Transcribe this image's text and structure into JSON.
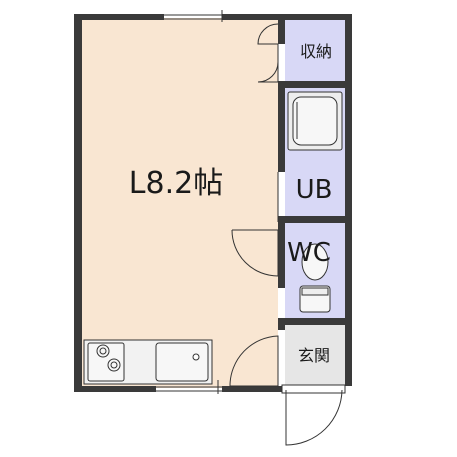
{
  "rooms": {
    "living": {
      "label": "L8.2帖",
      "color": "#f9e6d2"
    },
    "storage": {
      "label": "収納",
      "color": "#d8d8f6"
    },
    "bath": {
      "label": "UB",
      "color": "#d8d8f6"
    },
    "toilet": {
      "label": "WC",
      "color": "#d8d8f6"
    },
    "entrance": {
      "label": "玄関",
      "color": "#e6e6e6"
    }
  },
  "colors": {
    "wall": "#3a3a3a",
    "line": "#333333"
  }
}
